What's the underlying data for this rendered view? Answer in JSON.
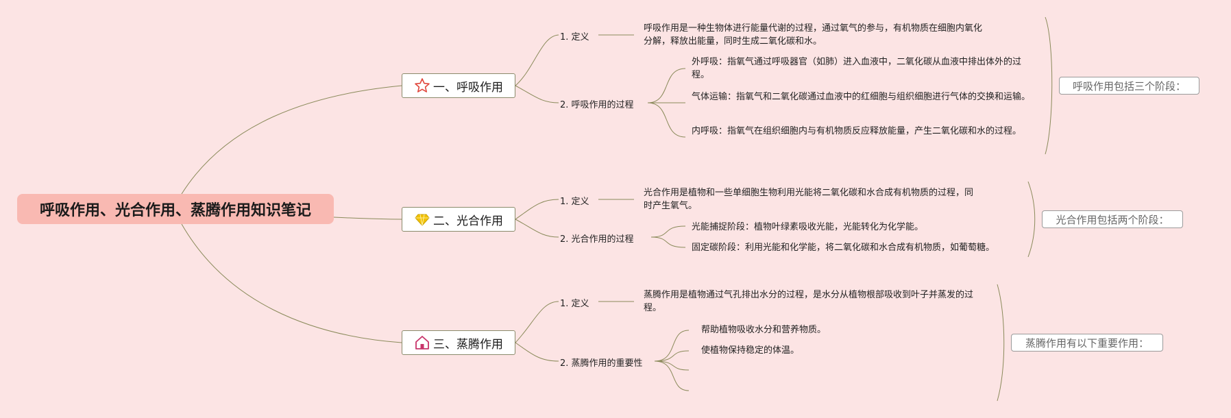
{
  "root": {
    "title": "呼吸作用、光合作用、蒸腾作用知识笔记"
  },
  "branches": [
    {
      "title": "一、呼吸作用",
      "icon": "star-icon",
      "definition_label": "1. 定义",
      "definition_text": "呼吸作用是一种生物体进行能量代谢的过程，通过氧气的参与，有机物质在细胞内氧化分解，释放出能量，同时生成二氧化碳和水。",
      "process_label": "2. 呼吸作用的过程",
      "process_items": [
        "外呼吸：指氧气通过呼吸器官（如肺）进入血液中，二氧化碳从血液中排出体外的过程。",
        "气体运输：指氧气和二氧化碳通过血液中的红细胞与组织细胞进行气体的交换和运输。",
        "内呼吸：指氧气在组织细胞内与有机物质反应释放能量，产生二氧化碳和水的过程。"
      ],
      "summary": "呼吸作用包括三个阶段："
    },
    {
      "title": "二、光合作用",
      "icon": "diamond-icon",
      "definition_label": "1. 定义",
      "definition_text": "光合作用是植物和一些单细胞生物利用光能将二氧化碳和水合成有机物质的过程，同时产生氧气。",
      "process_label": "2. 光合作用的过程",
      "process_items": [
        "光能捕捉阶段：植物叶绿素吸收光能，光能转化为化学能。",
        "固定碳阶段：利用光能和化学能，将二氧化碳和水合成有机物质，如葡萄糖。"
      ],
      "summary": "光合作用包括两个阶段："
    },
    {
      "title": "三、蒸腾作用",
      "icon": "home-icon",
      "definition_label": "1. 定义",
      "definition_text": "蒸腾作用是植物通过气孔排出水分的过程，是水分从植物根部吸收到叶子并蒸发的过程。",
      "process_label": "2. 蒸腾作用的重要性",
      "process_items": [
        "帮助植物吸收水分和营养物质。",
        "使植物保持稳定的体温。",
        "",
        ""
      ],
      "summary": "蒸腾作用有以下重要作用："
    }
  ],
  "colors": {
    "background": "#fce4e4",
    "root_fill": "#f9b9b2",
    "line": "#8a8a5a",
    "star": "#e0443a",
    "diamond": "#f2c200",
    "home": "#c8346a"
  }
}
